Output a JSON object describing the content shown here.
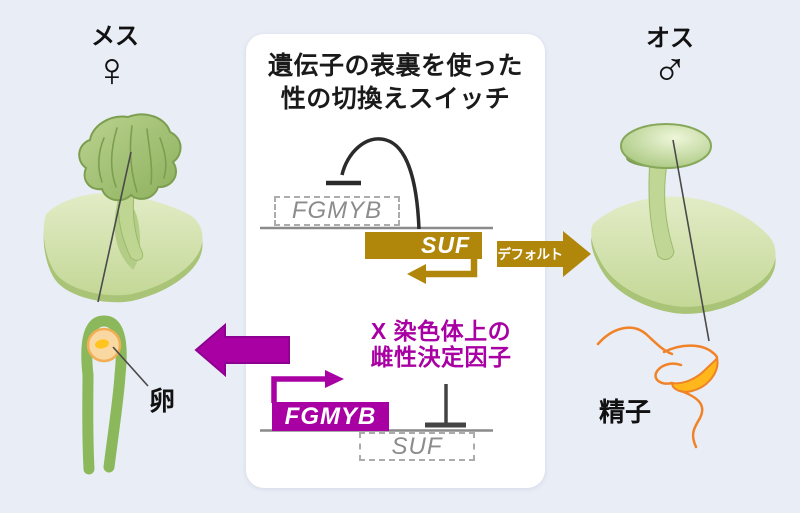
{
  "title": {
    "line1": "遺伝子の表裏を使った",
    "line2": "性の切換えスイッチ"
  },
  "female": {
    "label": "メス",
    "symbol": "♀",
    "cell_label": "卵"
  },
  "male": {
    "label": "オス",
    "symbol": "♂",
    "cell_label": "精子"
  },
  "switch_top": {
    "repressed_gene": "FGMYB",
    "active_gene": "SUF",
    "arrow_label": "デフォルト"
  },
  "switch_bottom": {
    "active_gene": "FGMYB",
    "repressed_gene": "SUF",
    "annotation_line1": "X 染色体上の",
    "annotation_line2": "雌性決定因子"
  },
  "colors": {
    "background": "#E9EDF6",
    "panel": "#FFFFFF",
    "gold": "#B1870B",
    "magenta": "#A800A3",
    "gene_gray": "#8C8C8C",
    "plant_green": "#C4D897",
    "archegonium_green": "#8CB85C",
    "sperm_orange": "#F08327",
    "egg_peach": "#FAD8A2",
    "yolk_yellow": "#FFC41E"
  }
}
